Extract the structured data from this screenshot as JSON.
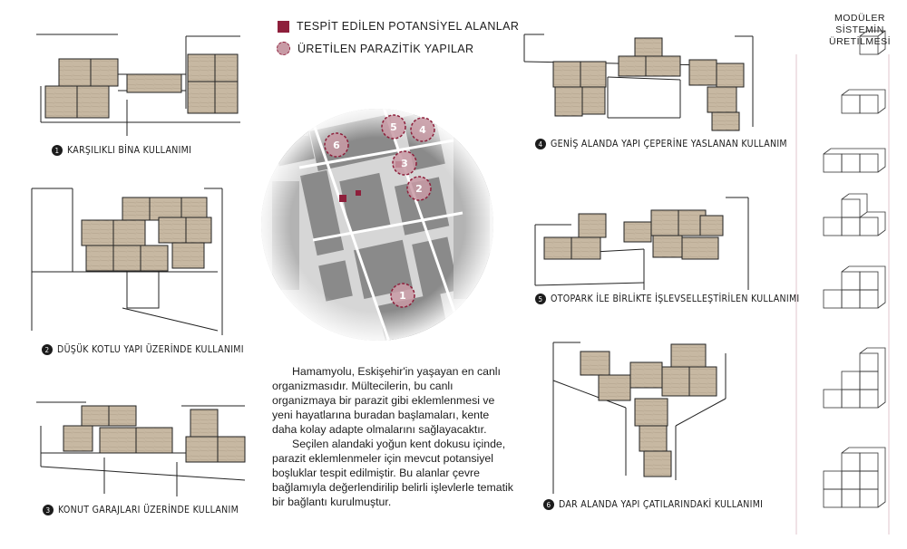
{
  "legend": {
    "potential_areas": "TESPİT EDİLEN POTANSİYEL ALANLAR",
    "parasitic_structures": "ÜRETİLEN PARAZİTİK YAPILAR"
  },
  "side_title": {
    "line1": "MODÜLER",
    "line2": "SİSTEMİN",
    "line3": "ÜRETİLMESİ"
  },
  "captions": [
    {
      "num": "1",
      "label": "KARŞILIKLI BİNA KULLANIMI"
    },
    {
      "num": "2",
      "label": "DÜŞÜK KOTLU YAPI ÜZERİNDE KULLANIMI"
    },
    {
      "num": "3",
      "label": "KONUT GARAJLARI ÜZERİNDE KULLANIM"
    },
    {
      "num": "4",
      "label": "GENİŞ ALANDA YAPI ÇEPERİNE YASLANAN KULLANIM"
    },
    {
      "num": "5",
      "label": "OTOPARK İLE BİRLİKTE İŞLEVSELLEŞTİRİLEN KULLANIMI"
    },
    {
      "num": "6",
      "label": "DAR ALANDA YAPI ÇATILARINDAKİ KULLANIMI"
    }
  ],
  "map_markers": [
    "1",
    "2",
    "3",
    "4",
    "5",
    "6"
  ],
  "body": {
    "p1": "Hamamyolu, Eskişehir'in yaşayan en canlı organizmasıdır. Mültecilerin, bu canlı organizmaya bir parazit gibi eklemlenmesi ve yeni hayatlarına buradan başlamaları, kente daha kolay adapte olmalarını sağlayacaktır.",
    "p2": "Seçilen alandaki yoğun kent dokusu içinde, parazit eklemlenmeler için mevcut potansiyel boşluklar tespit edilmiştir. Bu alanlar çevre bağlamıyla değerlendirilip belirli işlevlerle tematik bir bağlantı kurulmuştur."
  },
  "colors": {
    "accent": "#8e1f3b",
    "marker_fill": "#c89aa5",
    "block_fill": "#c9b9a3"
  }
}
